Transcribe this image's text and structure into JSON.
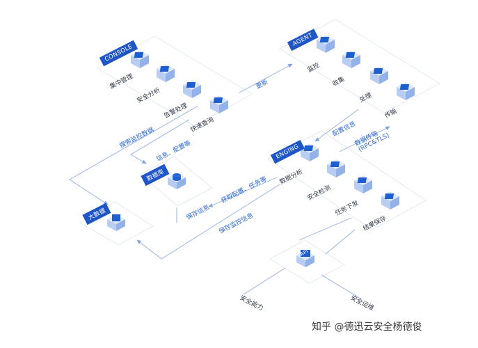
{
  "nodes": {
    "console": {
      "tag": "CONSOLE",
      "items": [
        "集中管理",
        "安全分析",
        "告警处理",
        "快速查询"
      ]
    },
    "agent": {
      "tag": "AGENT",
      "items": [
        "监控",
        "收集",
        "处理",
        "传输"
      ]
    },
    "engine": {
      "tag": "ENGING",
      "items": [
        "数据分析",
        "安全检测",
        "任务下发",
        "结果保存"
      ]
    },
    "database": {
      "tag": "数据库"
    },
    "bigdata": {
      "tag": "大数据"
    },
    "api": {
      "tag": "API"
    },
    "security_capability": {
      "label": "安全能力"
    },
    "security_ops": {
      "label": "安全运维"
    }
  },
  "flows": {
    "console_to_agent": "更新",
    "agent_to_engine_config": "配置信息",
    "agent_to_engine_data": "数据传输",
    "agent_to_engine_protocol": "(RPC&TLS)",
    "console_to_bigdata": "搜索监控数据",
    "console_to_database": "信息、配置等",
    "engine_to_database": "获取配置、任务等",
    "database_save": "保存信息",
    "engine_to_bigdata": "保存监控信息"
  },
  "watermark": "知乎 @德迅云安全杨德俊",
  "colors": {
    "accent": "#1e5ecf",
    "line": "#a9c0e6",
    "platform_border": "#e3e9f4"
  }
}
